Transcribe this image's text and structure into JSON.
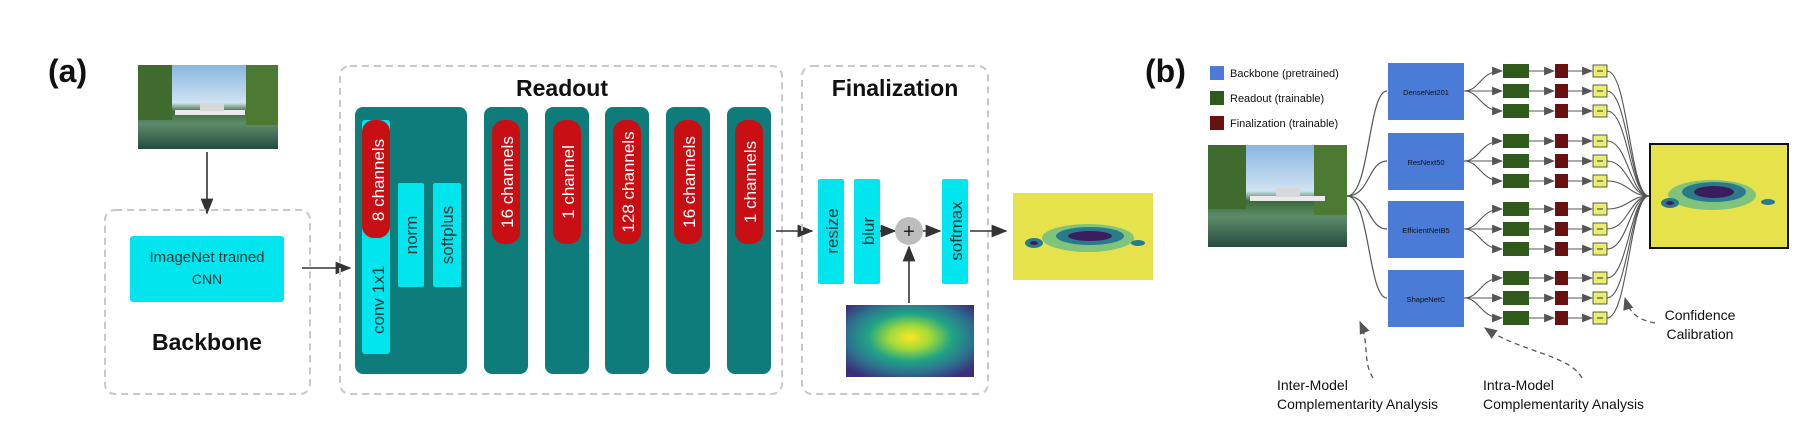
{
  "panel_a": {
    "label": "(a)",
    "backbone": {
      "title": "Backbone",
      "cnn_line1": "ImageNet trained",
      "cnn_line2": "CNN"
    },
    "readout": {
      "title": "Readout",
      "block1": {
        "conv": "conv 1x1",
        "channels": "8 channels",
        "norm": "norm",
        "softplus": "softplus"
      },
      "layers": [
        "16 channels",
        "1 channel",
        "128 channels",
        "16 channels",
        "1 channels"
      ]
    },
    "finalization": {
      "title": "Finalization",
      "resize": "resize",
      "blur": "blur",
      "plus": "+",
      "softmax": "softmax"
    }
  },
  "panel_b": {
    "label": "(b)",
    "legend": [
      {
        "label": "Backbone (pretrained)",
        "color": "#4a7bd6"
      },
      {
        "label": "Readout (trainable)",
        "color": "#2f5a1c"
      },
      {
        "label": "Finalization (trainable)",
        "color": "#6b1010"
      }
    ],
    "models": [
      "DenseNet201",
      "ResNext50",
      "EfficientNetB5",
      "ShapeNetC"
    ],
    "annotations": {
      "inter_line1": "Inter-Model",
      "inter_line2": "Complementarity Analysis",
      "intra_line1": "Intra-Model",
      "intra_line2": "Complementarity Analysis",
      "conf_line1": "Confidence",
      "conf_line2": "Calibration"
    }
  },
  "colors": {
    "teal": "#0e7c7b",
    "cyan": "#00e5ee",
    "red": "#c80f14",
    "backbone_blue": "#4a7bd6",
    "readout_green": "#2f5a1c",
    "final_red": "#6b1010",
    "yellow_box": "#e8ef70"
  }
}
